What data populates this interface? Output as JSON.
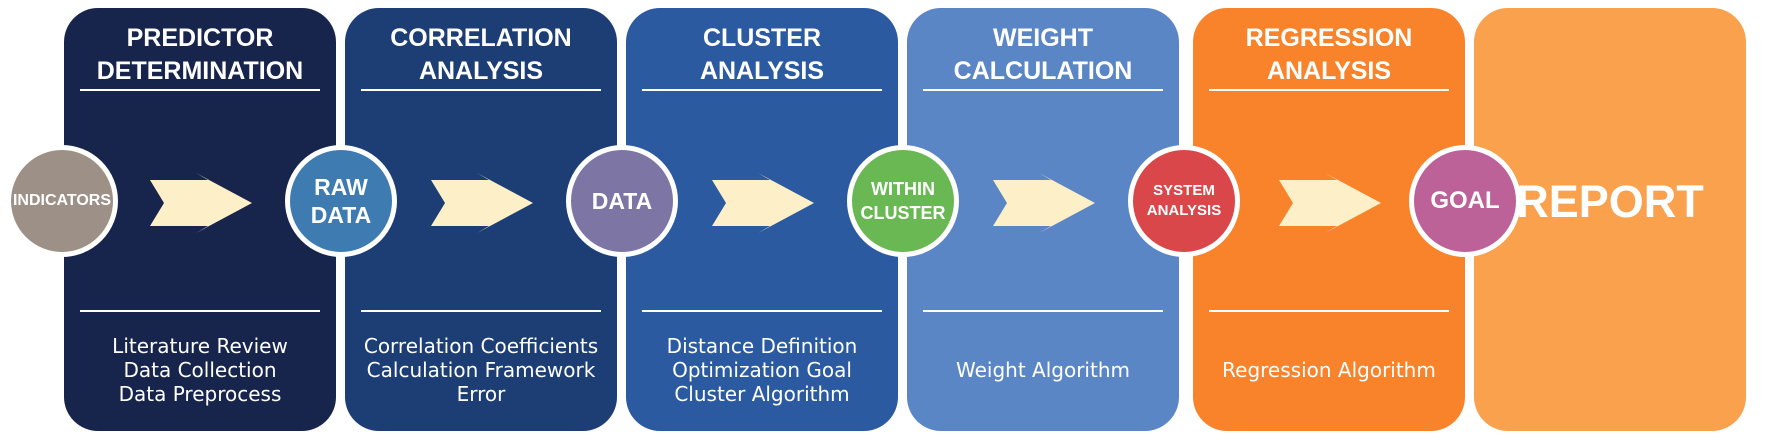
{
  "stages": [
    {
      "title": [
        "PREDICTOR",
        "DETERMINATION"
      ],
      "items": [
        "Literature Review",
        "Data Collection",
        "Data Preprocess"
      ],
      "color": "#17254d"
    },
    {
      "title": [
        "CORRELATION",
        "ANALYSIS"
      ],
      "items": [
        "Correlation Coefficients",
        "Calculation Framework",
        "Error"
      ],
      "color": "#1d3d75"
    },
    {
      "title": [
        "CLUSTER",
        "ANALYSIS"
      ],
      "items": [
        "Distance Definition",
        "Optimization Goal",
        "Cluster Algorithm"
      ],
      "color": "#2b5aa0"
    },
    {
      "title": [
        "WEIGHT",
        "CALCULATION"
      ],
      "items": [
        "Weight Algorithm"
      ],
      "color": "#5b86c6"
    },
    {
      "title": [
        "REGRESSION",
        "ANALYSIS"
      ],
      "items": [
        "Regression Algorithm"
      ],
      "color": "#f8832b"
    }
  ],
  "report": {
    "label": "REPORT",
    "color": "#f9a14d"
  },
  "nodes": [
    {
      "label": [
        "INDICATORS"
      ],
      "color": "#9d9187"
    },
    {
      "label": [
        "RAW",
        "DATA"
      ],
      "color": "#3e7bb1"
    },
    {
      "label": [
        "DATA"
      ],
      "color": "#7d75a4"
    },
    {
      "label": [
        "WITHIN",
        "CLUSTER"
      ],
      "color": "#69b853"
    },
    {
      "label": [
        "SYSTEM",
        "ANALYSIS"
      ],
      "color": "#d9474a"
    },
    {
      "label": [
        "GOAL"
      ],
      "color": "#bd6199"
    }
  ],
  "arrow_color": "#fdf0c8",
  "icons": {
    "arrow": "right-arrow-icon"
  }
}
